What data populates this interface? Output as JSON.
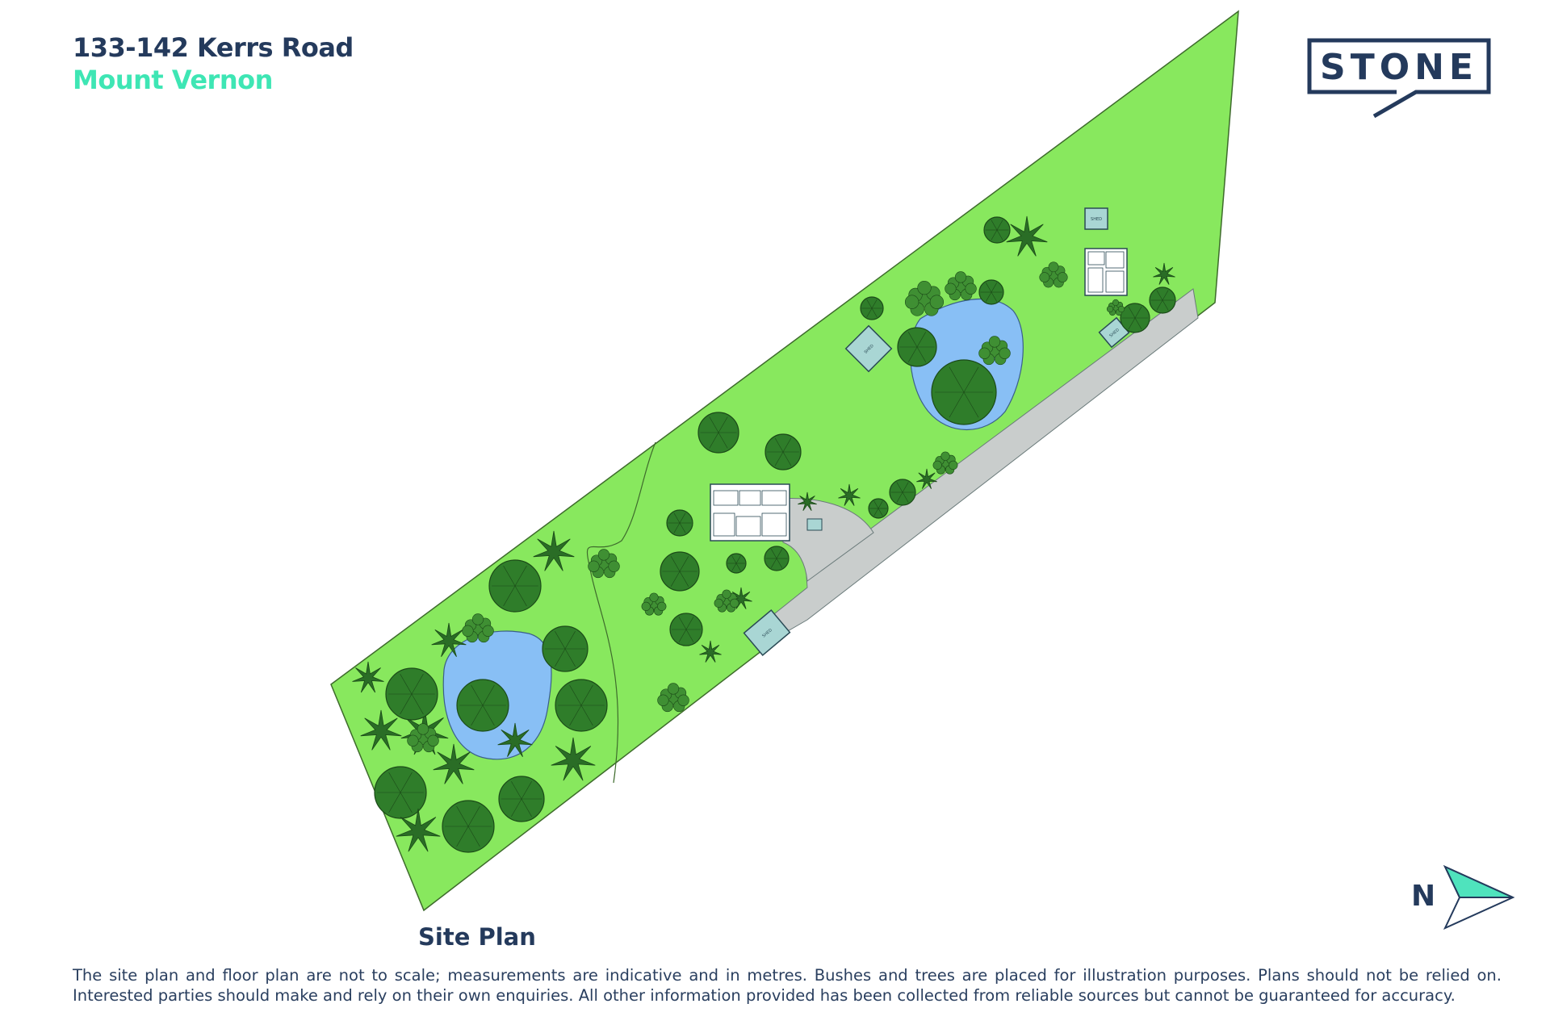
{
  "header": {
    "address_line": "133-142 Kerrs Road",
    "suburb_line": "Mount Vernon"
  },
  "logo": {
    "text": "STONE",
    "color": "#243a5c"
  },
  "plan": {
    "title": "Site Plan",
    "labels": {
      "shed": "SHED"
    },
    "colors": {
      "lawn": "#88e85e",
      "pond": "#88bff5",
      "driveway": "#c9cdcc",
      "tree": "#2f7d2a",
      "building": "#a9d6d4"
    }
  },
  "compass": {
    "label": "N",
    "arrow_color": "#4fe3bd"
  },
  "disclaimer": "The site plan and floor plan are not to scale; measurements are indicative and in metres. Bushes and trees are placed for illustration purposes. Plans should not be relied on. Interested parties should make and rely on their own enquiries. All other information provided has been collected from reliable sources but cannot be guaranteed for accuracy."
}
